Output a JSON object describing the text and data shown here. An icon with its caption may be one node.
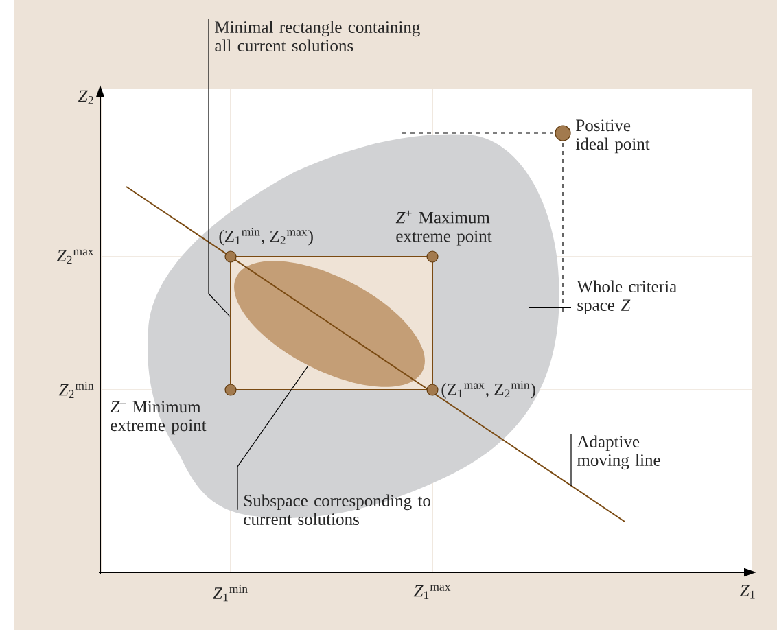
{
  "diagram": {
    "nodes": [
      {
        "text": [
          "Minimal rectangle containing all current solutions"
        ]
      },
      {
        "text": [],
        "shape": "box",
        "in": 5
      },
      {
        "text": [],
        "shape": "ellipse",
        "in": 5
      },
      {
        "text": [
          "Subspace corresponding to current solutions"
        ]
      },
      {
        "text": [
          "Whole criteria space *Z*"
        ]
      },
      {
        "text": [],
        "shape": "cloud"
      },
      {
        "text": [
          "Adaptive moving line"
        ]
      }
    ],
    "edges": [
      {
        "from": 0,
        "to": 1,
        "arrow": "none"
      },
      {
        "from": 3,
        "to": 2,
        "arrow": "none"
      },
      {
        "from": 4,
        "to": 5,
        "arrow": "none"
      },
      {
        "from": 6,
        "to": null,
        "arrow": "none"
      }
    ],
    "labels": [
      "*Z*$_{2}$",
      "*Z*$_{2}$$^{max}$",
      "*Z*$_{2}$$^{min}$",
      "(Z$_{1}$$^{min}$, Z$_{2}$$^{max}$)",
      "*Z*$^{+}$ Maximum extreme point",
      "Positive ideal point",
      "(Z$_{1}$$^{max}$, Z$_{2}$$^{min}$)",
      "*Z*$^{–}$ Minimum extreme point",
      "*Z*$_{1}$$^{min}$",
      "*Z*$_{1}$$^{max}$",
      "*Z*$_{1}$"
    ]
  }
}
